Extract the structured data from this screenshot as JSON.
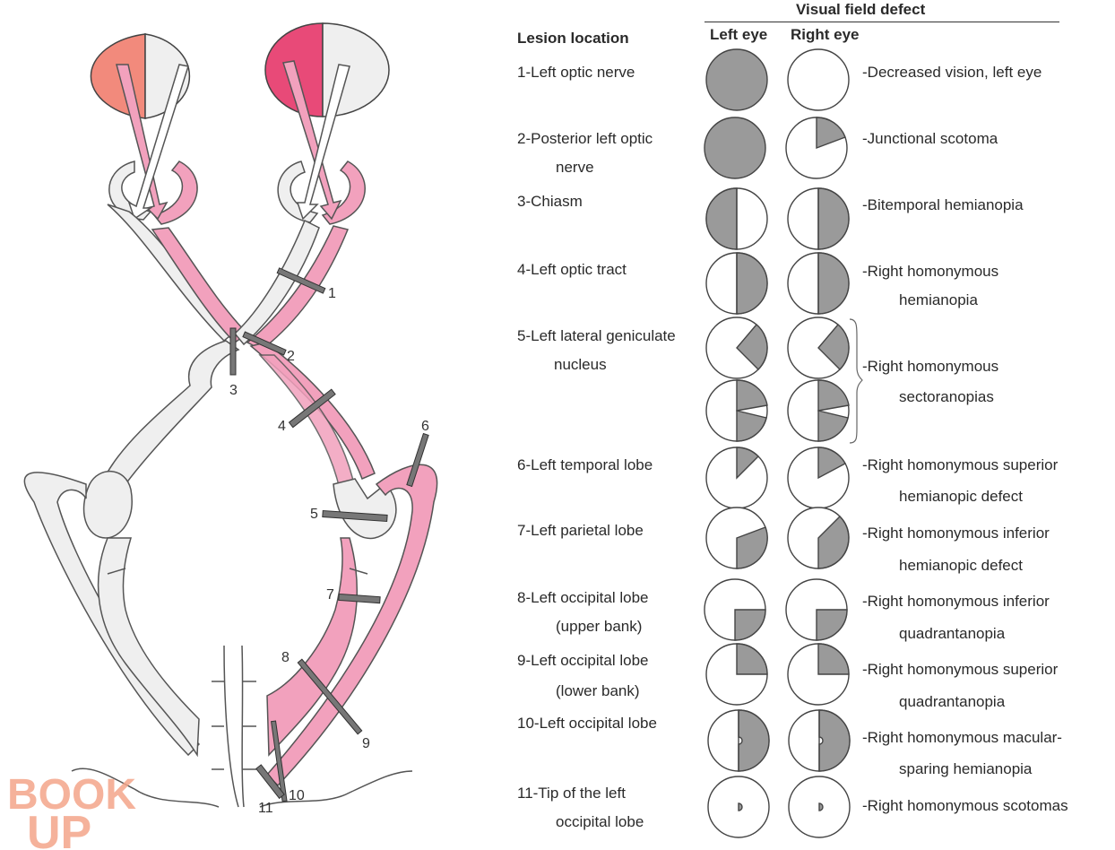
{
  "header": {
    "visual_field_defect": "Visual field defect",
    "lesion_location": "Lesion location",
    "left_eye": "Left eye",
    "right_eye": "Right eye"
  },
  "rows": [
    {
      "lesion": [
        "1-Left optic nerve"
      ],
      "defect": [
        "-Decreased vision, left eye"
      ]
    },
    {
      "lesion": [
        "2-Posterior left optic",
        "nerve"
      ],
      "defect": [
        "-Junctional scotoma"
      ]
    },
    {
      "lesion": [
        "3-Chiasm"
      ],
      "defect": [
        "-Bitemporal hemianopia"
      ]
    },
    {
      "lesion": [
        "4-Left optic tract"
      ],
      "defect": [
        "-Right homonymous",
        "hemianopia"
      ]
    },
    {
      "lesion": [
        "5-Left lateral geniculate",
        "nucleus"
      ],
      "defect": [
        "-Right homonymous",
        "sectoranopias"
      ]
    },
    {
      "lesion": [
        "6-Left temporal lobe"
      ],
      "defect": [
        "-Right homonymous superior",
        "hemianopic defect"
      ]
    },
    {
      "lesion": [
        "7-Left parietal lobe"
      ],
      "defect": [
        "-Right homonymous inferior",
        "hemianopic defect"
      ]
    },
    {
      "lesion": [
        "8-Left occipital lobe",
        "(upper bank)"
      ],
      "defect": [
        "-Right homonymous inferior",
        "quadrantanopia"
      ]
    },
    {
      "lesion": [
        "9-Left occipital lobe",
        "(lower bank)"
      ],
      "defect": [
        "-Right homonymous superior",
        "quadrantanopia"
      ]
    },
    {
      "lesion": [
        "10-Left occipital lobe"
      ],
      "defect": [
        "-Right homonymous macular-",
        "sparing hemianopia"
      ]
    },
    {
      "lesion": [
        "11-Tip of the left",
        "occipital lobe"
      ],
      "defect": [
        "-Right homonymous scotomas"
      ]
    }
  ],
  "diagram_labels": [
    "1",
    "2",
    "3",
    "4",
    "5",
    "6",
    "7",
    "8",
    "9",
    "10",
    "11"
  ],
  "watermark": [
    "BOOK",
    "UP"
  ],
  "colors": {
    "pink": "#f2a1bd",
    "pink_dark": "#e8477a",
    "salmon": "#f08a7d",
    "light_gray": "#eeeeee",
    "defect_gray": "#9a9a9a",
    "lesion_bar": "#777777"
  }
}
